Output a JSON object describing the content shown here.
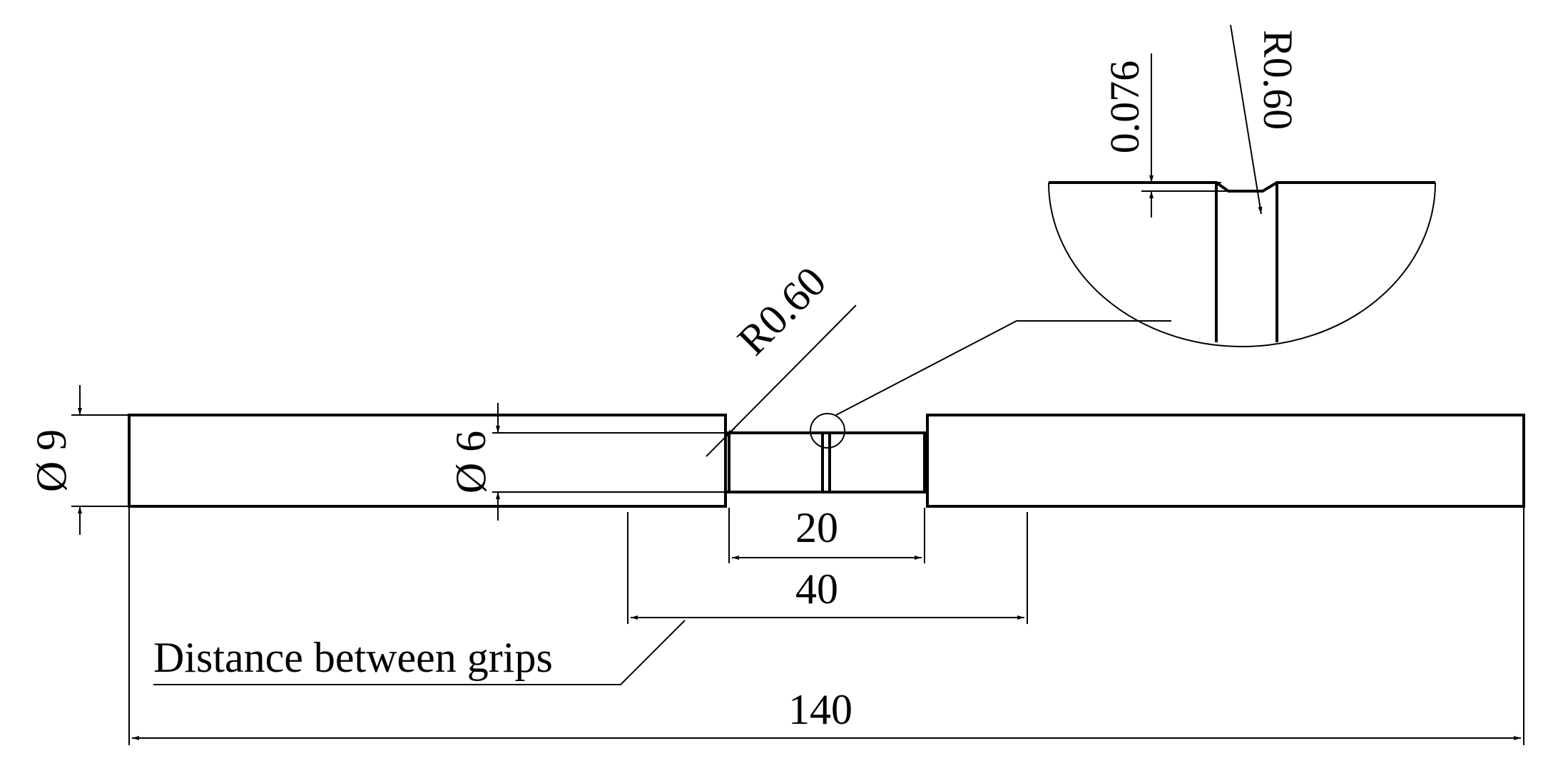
{
  "drawing": {
    "labels": {
      "diameter_outer": "Ø 9",
      "diameter_gauge": "Ø 6",
      "radius_main": "R0.60",
      "notch_depth": "0.076",
      "radius_detail": "R0.60",
      "gauge_length": "20",
      "grip_distance": "40",
      "grip_caption": "Distance between grips",
      "overall_length": "140"
    }
  }
}
